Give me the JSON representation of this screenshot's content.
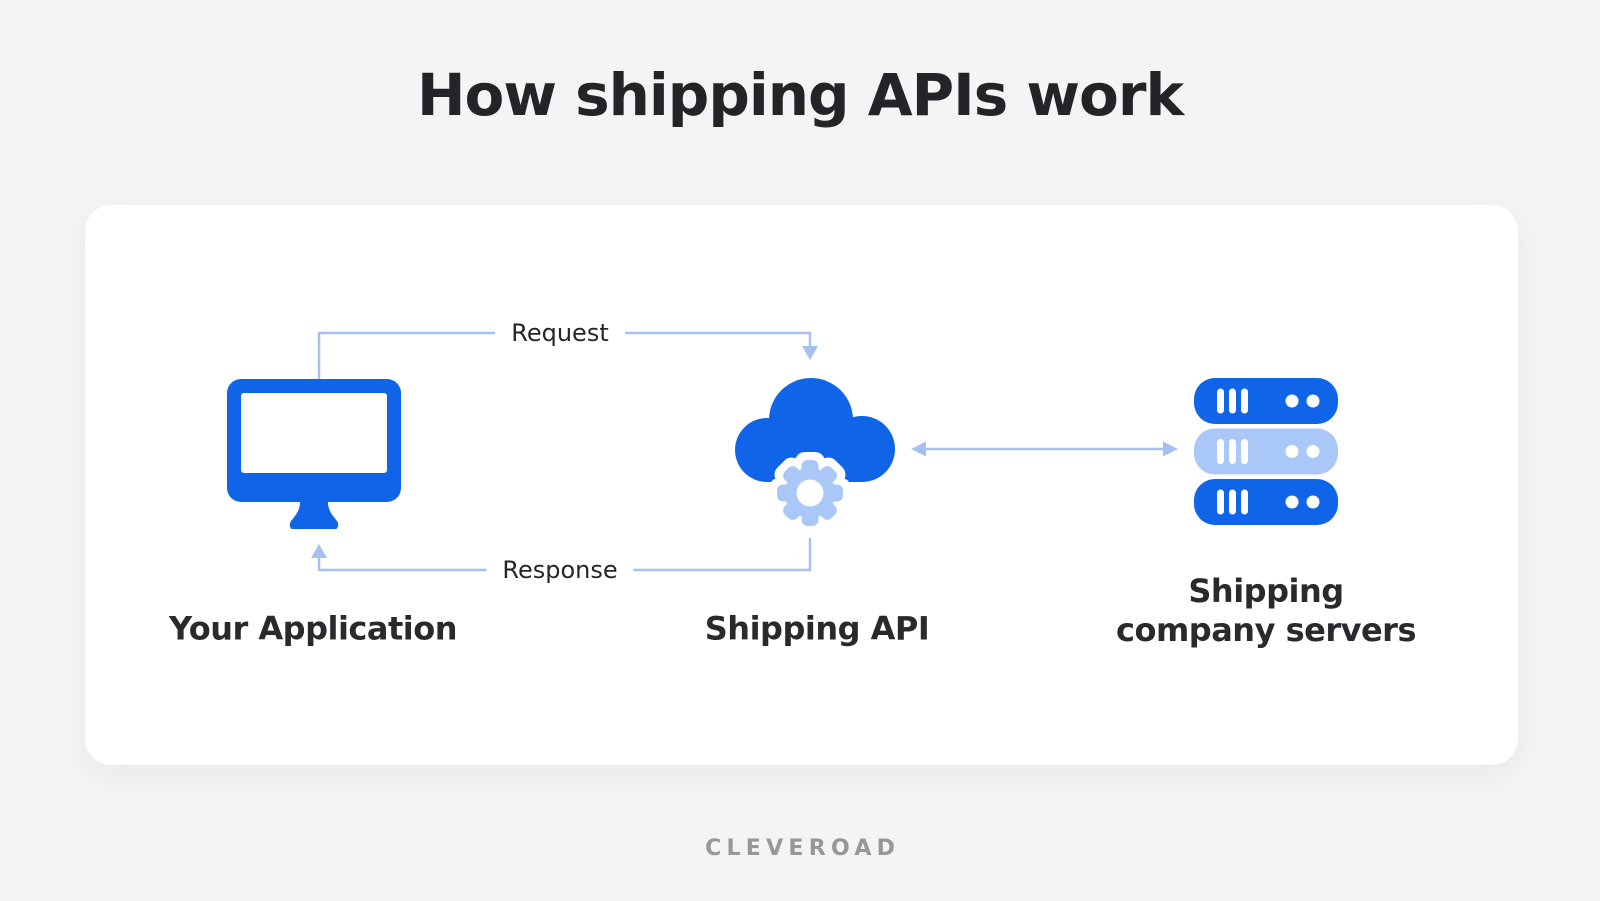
{
  "title": "How shipping APIs work",
  "footer": {
    "brand": "CLEVEROAD"
  },
  "diagram": {
    "nodes": [
      {
        "id": "your-application",
        "label": "Your Application",
        "icon": "monitor-icon"
      },
      {
        "id": "shipping-api",
        "label": "Shipping API",
        "icon": "cloud-gear-icon"
      },
      {
        "id": "shipping-company-servers",
        "label_line1": "Shipping",
        "label_line2": "company servers",
        "icon": "server-stack-icon"
      }
    ],
    "connectors": [
      {
        "id": "request",
        "label": "Request",
        "from": "your-application",
        "to": "shipping-api",
        "direction": "one-way"
      },
      {
        "id": "response",
        "label": "Response",
        "from": "shipping-api",
        "to": "your-application",
        "direction": "one-way"
      },
      {
        "id": "api-to-servers",
        "label": "",
        "from": "shipping-api",
        "to": "shipping-company-servers",
        "direction": "two-way"
      }
    ]
  },
  "colors": {
    "primary_blue": "#1064e8",
    "light_blue": "#a9c7f7",
    "connector_blue": "#a8c0f0",
    "text_dark": "#242428",
    "footer_gray": "#96969b",
    "card_bg": "#ffffff",
    "page_bg": "#f4f4f6"
  }
}
